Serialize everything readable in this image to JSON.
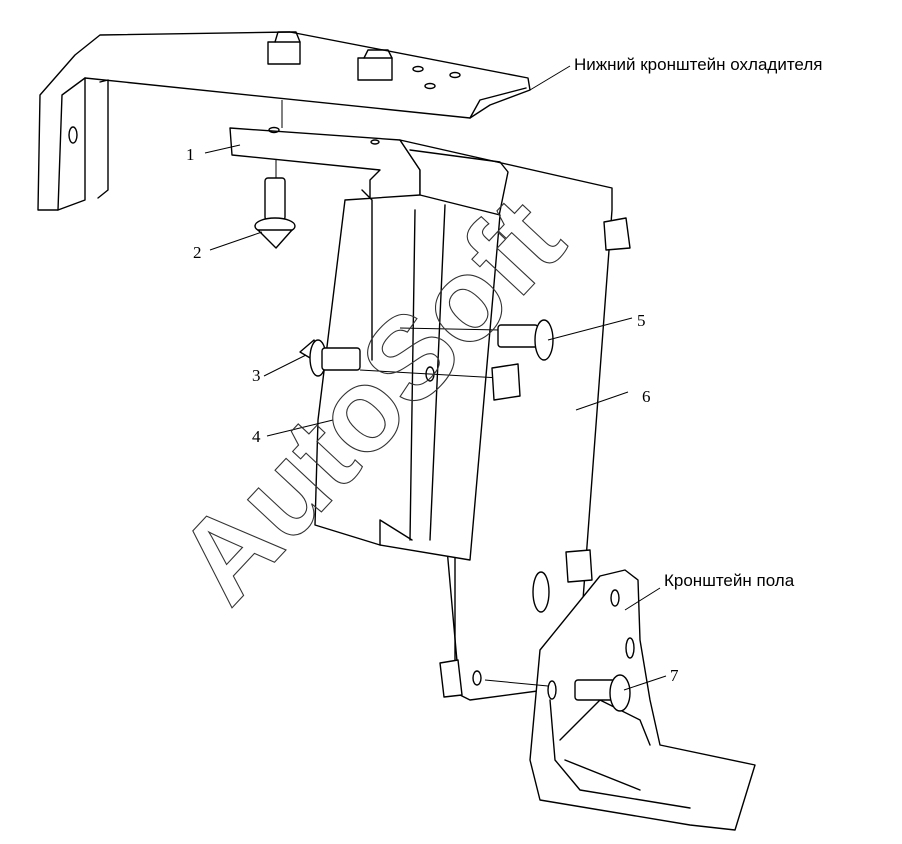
{
  "labels": {
    "cooler_bracket": "Нижний кронштейн охладителя",
    "floor_bracket": "Кронштейн пола",
    "n1": "1",
    "n2": "2",
    "n3": "3",
    "n4": "4",
    "n5": "5",
    "n6": "6",
    "n7": "7"
  },
  "watermark": "AutoSoft"
}
